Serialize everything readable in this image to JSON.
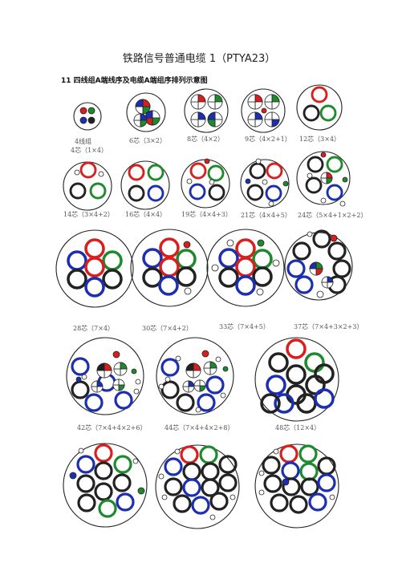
{
  "header": {
    "title": "铁路信号普通电缆 1（PTYA23）",
    "section": "11  四线组A端线序及电缆A端组序排列示意图"
  },
  "diagrams": [
    {
      "label": "4线组",
      "label2": "4芯（1×4）"
    },
    {
      "label": "6芯（3×2）"
    },
    {
      "label": "8芯（4×2）"
    },
    {
      "label": "9芯（4×2+1）"
    },
    {
      "label": "12芯（3×4）"
    },
    {
      "label": "14芯（3×4+2）"
    },
    {
      "label": "16芯（4×4）"
    },
    {
      "label": "19芯（4×4+3）"
    },
    {
      "label": "21芯（4×4+5）"
    },
    {
      "label": "24芯（5×4+1×2+2）"
    },
    {
      "label": "28芯（7×4）"
    },
    {
      "label": "30芯（7×4+2）"
    },
    {
      "label": "33芯（7×4+5）"
    },
    {
      "label": "37芯（7×4+3×2+3）"
    },
    {
      "label": "42芯（7×4+4×2+6）"
    },
    {
      "label": "44芯（7×4+4×2+8）"
    },
    {
      "label": "48芯（12×4）"
    },
    {
      "label": ""
    },
    {
      "label": ""
    },
    {
      "label": ""
    }
  ],
  "colors": {
    "red": "#d91e1e",
    "green": "#1e8a2e",
    "blue": "#1b2fb0",
    "ink": "#222222"
  }
}
